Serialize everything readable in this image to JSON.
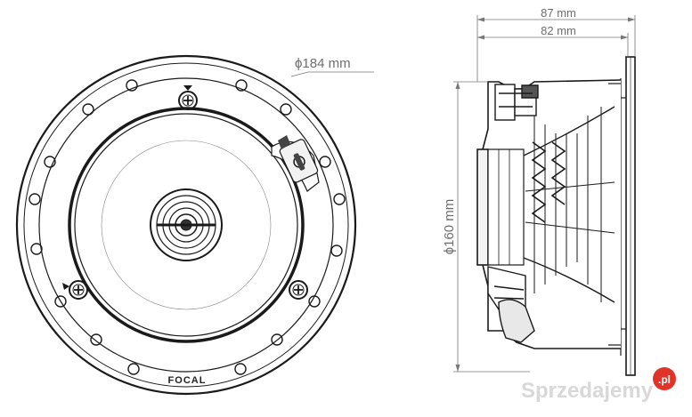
{
  "dimensions": {
    "outer_diameter": "ϕ184 mm",
    "depth_total": "87 mm",
    "depth_mount": "82 mm",
    "cutout_diameter": "ϕ160 mm"
  },
  "brand": "FOCAL",
  "watermark": {
    "text": "Sprzedajemy",
    "badge": ".pl",
    "badge_color": "#e0342b"
  }
}
